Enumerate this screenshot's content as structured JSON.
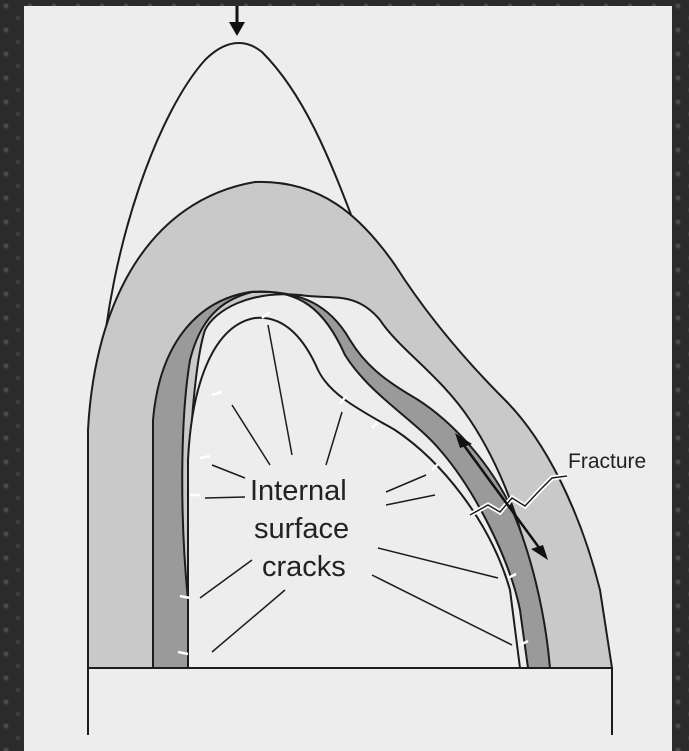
{
  "labels": {
    "fracture": "Fracture",
    "internal_line1": "Internal",
    "internal_line2": "surface",
    "internal_line3": "cracks"
  },
  "colors": {
    "paper": "#ededed",
    "outer_layer": "#c9c9c9",
    "inner_layer": "#9a9a9a",
    "line": "#1c1c1c"
  }
}
